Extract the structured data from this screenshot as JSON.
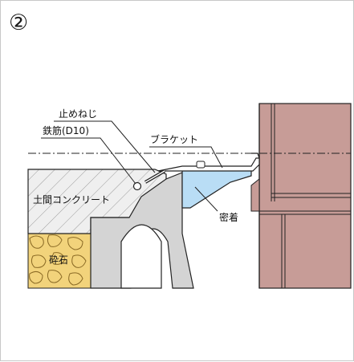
{
  "figure_number": "②",
  "labels": {
    "stop_screw": "止めねじ",
    "rebar": "鉄筋(D10)",
    "bracket": "ブラケット",
    "concrete_floor": "土間コンクリート",
    "gravel": "砕石",
    "adhesion": "密着"
  },
  "colors": {
    "bracket_fill": "#b9ddf5",
    "brick_fill": "#c79c97",
    "gravel_fill": "#f2d37b",
    "block_fill": "#d4d4d4",
    "concrete_fill": "#efefef"
  }
}
